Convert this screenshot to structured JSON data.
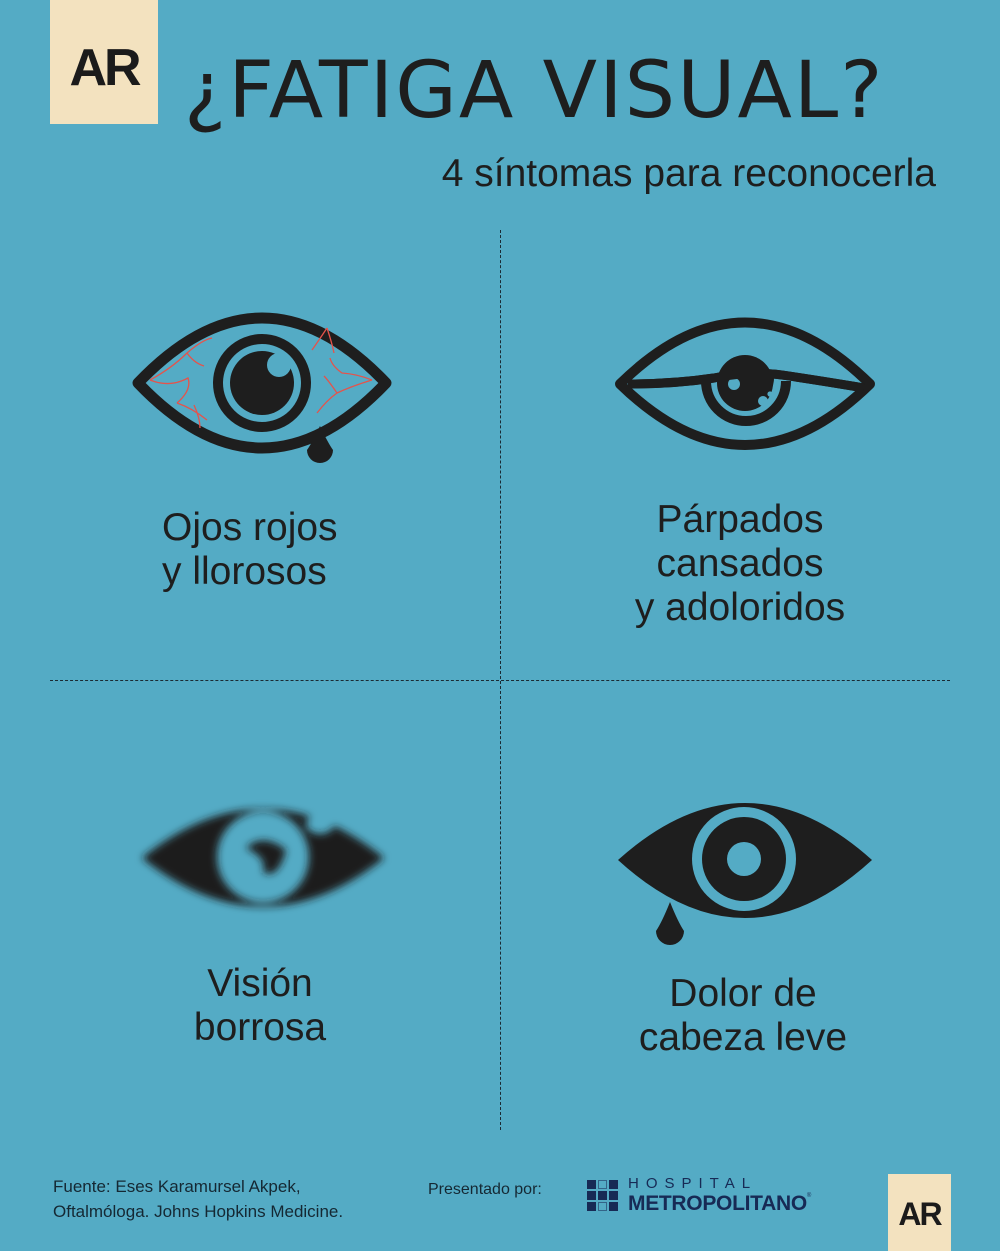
{
  "brand": {
    "logo_text": "AR",
    "logo_bg": "#f3e2bf"
  },
  "header": {
    "title": "¿FATIGA VISUAL?",
    "subtitle": "4 síntomas para reconocerla"
  },
  "colors": {
    "background": "#54abc5",
    "ink": "#1e1e1e",
    "vein_red": "#e5534b",
    "hospital_navy": "#172a55"
  },
  "symptoms": [
    {
      "icon": "red-watery-eye-icon",
      "label": "Ojos rojos\ny llorosos"
    },
    {
      "icon": "drooping-eyelid-icon",
      "label": "Párpados\ncansados\ny adoloridos"
    },
    {
      "icon": "blurry-eye-icon",
      "label": "Visión\nborrosa"
    },
    {
      "icon": "teary-eye-icon",
      "label": "Dolor de\ncabeza leve"
    }
  ],
  "footer": {
    "source_line1": "Fuente: Eses Karamursel Akpek,",
    "source_line2": "Oftalmóloga. Johns Hopkins Medicine.",
    "presented_by": "Presentado por:",
    "sponsor": {
      "line1": "HOSPITAL",
      "line2": "METROPOLITANO",
      "registered": "®"
    }
  }
}
